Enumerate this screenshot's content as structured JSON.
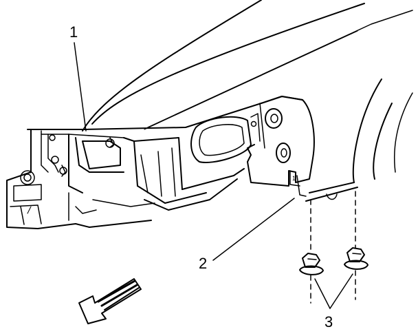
{
  "callouts": {
    "one": "1",
    "two": "2",
    "three": "3"
  },
  "bracket_tab_marking": "1",
  "colors": {
    "line": "#000000",
    "background": "#ffffff"
  }
}
